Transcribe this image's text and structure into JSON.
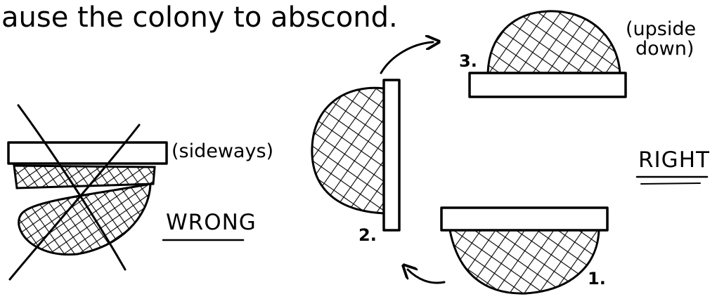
{
  "caption": "ause the colony to abscond.",
  "wrong": {
    "note": "(sideways)",
    "label": "WRONG"
  },
  "right": {
    "label": "RIGHT",
    "note_line1": "(upside",
    "note_line2": "down)",
    "steps": [
      "1.",
      "2.",
      "3."
    ]
  }
}
